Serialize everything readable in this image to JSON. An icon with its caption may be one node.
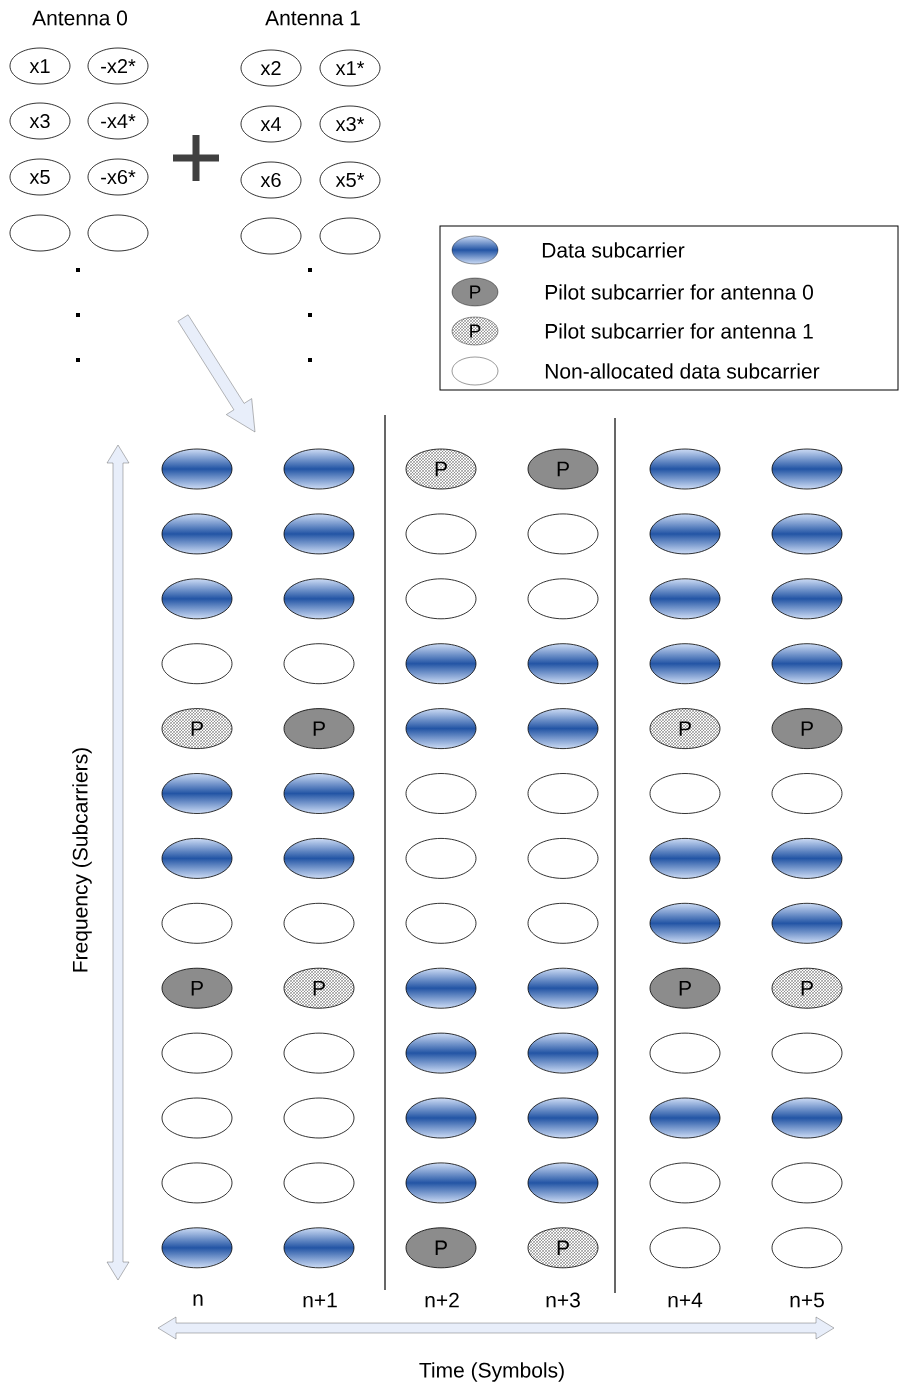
{
  "diagram": {
    "nodes": [
      {
        "text": [
          "x1"
        ]
      },
      {
        "text": [
          "-x2*"
        ]
      },
      {
        "text": [
          "x3"
        ]
      },
      {
        "text": [
          "-x4*"
        ]
      },
      {
        "text": [
          "x5"
        ]
      },
      {
        "text": [
          "-x6*"
        ]
      },
      {
        "text": [],
        "shape": "ellipse"
      },
      {
        "text": [],
        "shape": "ellipse"
      },
      {
        "text": [
          "x2"
        ]
      },
      {
        "text": [
          "x1*"
        ]
      },
      {
        "text": [
          "x4"
        ]
      },
      {
        "text": [
          "x3*"
        ]
      },
      {
        "text": [
          "x6"
        ]
      },
      {
        "text": [
          "x5*"
        ]
      },
      {
        "text": [],
        "shape": "ellipse"
      },
      {
        "text": [],
        "shape": "ellipse"
      },
      {
        "text": [],
        "shape": "shaded-ellipse"
      },
      {
        "text": [],
        "shape": "shaded-ellipse"
      },
      {
        "text": [
          "P"
        ]
      },
      {
        "text": [
          "P"
        ]
      },
      {
        "text": [],
        "shape": "shaded-ellipse"
      },
      {
        "text": [],
        "shape": "shaded-ellipse"
      },
      {
        "text": [],
        "shape": "shaded-ellipse"
      },
      {
        "text": [],
        "shape": "shaded-ellipse"
      },
      {
        "text": [],
        "shape": "ellipse"
      },
      {
        "text": [],
        "shape": "ellipse"
      },
      {
        "text": [],
        "shape": "shaded-ellipse"
      },
      {
        "text": [],
        "shape": "shaded-ellipse"
      },
      {
        "text": [],
        "shape": "shaded-ellipse"
      },
      {
        "text": [],
        "shape": "shaded-ellipse"
      },
      {
        "text": [],
        "shape": "ellipse"
      },
      {
        "text": [],
        "shape": "ellipse"
      },
      {
        "text": [],
        "shape": "shaded-ellipse"
      },
      {
        "text": [],
        "shape": "shaded-ellipse"
      },
      {
        "text": [],
        "shape": "ellipse"
      },
      {
        "text": [],
        "shape": "ellipse"
      },
      {
        "text": [],
        "shape": "shaded-ellipse"
      },
      {
        "text": [],
        "shape": "shaded-ellipse"
      },
      {
        "text": [],
        "shape": "shaded-ellipse"
      },
      {
        "text": [],
        "shape": "shaded-ellipse"
      },
      {
        "text": [
          "P"
        ]
      },
      {
        "text": [
          "P"
        ]
      },
      {
        "text": [],
        "shape": "shaded-ellipse"
      },
      {
        "text": [],
        "shape": "shaded-ellipse"
      },
      {
        "text": [
          "P"
        ]
      },
      {
        "text": [
          "P"
        ]
      },
      {
        "text": [],
        "shape": "shaded-ellipse"
      },
      {
        "text": [],
        "shape": "shaded-ellipse"
      },
      {
        "text": [],
        "shape": "ellipse"
      },
      {
        "text": [],
        "shape": "ellipse"
      },
      {
        "text": [],
        "shape": "ellipse"
      },
      {
        "text": [],
        "shape": "ellipse"
      },
      {
        "text": [],
        "shape": "shaded-ellipse"
      },
      {
        "text": [],
        "shape": "shaded-ellipse"
      },
      {
        "text": [],
        "shape": "ellipse"
      },
      {
        "text": [],
        "shape": "ellipse"
      },
      {
        "text": [],
        "shape": "shaded-ellipse"
      },
      {
        "text": [],
        "shape": "shaded-ellipse"
      },
      {
        "text": [],
        "shape": "ellipse"
      },
      {
        "text": [],
        "shape": "ellipse"
      },
      {
        "text": [],
        "shape": "ellipse"
      },
      {
        "text": [],
        "shape": "ellipse"
      },
      {
        "text": [],
        "shape": "shaded-ellipse"
      },
      {
        "text": [],
        "shape": "shaded-ellipse"
      },
      {
        "text": [
          "P"
        ]
      },
      {
        "text": [
          "P"
        ]
      },
      {
        "text": [],
        "shape": "shaded-ellipse"
      },
      {
        "text": [],
        "shape": "shaded-ellipse"
      },
      {
        "text": [
          "P"
        ]
      },
      {
        "text": [
          "P"
        ]
      },
      {
        "text": [],
        "shape": "ellipse"
      },
      {
        "text": [],
        "shape": "ellipse"
      },
      {
        "text": [],
        "shape": "shaded-ellipse"
      },
      {
        "text": [],
        "shape": "shaded-ellipse"
      },
      {
        "text": [],
        "shape": "ellipse"
      },
      {
        "text": [],
        "shape": "ellipse"
      },
      {
        "text": [],
        "shape": "ellipse"
      },
      {
        "text": [],
        "shape": "ellipse"
      },
      {
        "text": [],
        "shape": "shaded-ellipse"
      },
      {
        "text": [],
        "shape": "shaded-ellipse"
      },
      {
        "text": [],
        "shape": "shaded-ellipse"
      },
      {
        "text": [],
        "shape": "shaded-ellipse"
      },
      {
        "text": [],
        "shape": "ellipse"
      },
      {
        "text": [],
        "shape": "ellipse"
      },
      {
        "text": [],
        "shape": "shaded-ellipse"
      },
      {
        "text": [],
        "shape": "shaded-ellipse"
      },
      {
        "text": [],
        "shape": "ellipse"
      },
      {
        "text": [],
        "shape": "ellipse"
      },
      {
        "text": [],
        "shape": "shaded-ellipse"
      },
      {
        "text": [],
        "shape": "shaded-ellipse"
      },
      {
        "text": [
          "P"
        ]
      },
      {
        "text": [
          "P"
        ]
      },
      {
        "text": [],
        "shape": "ellipse"
      },
      {
        "text": [],
        "shape": "ellipse"
      }
    ],
    "labels": [
      "Antenna 0",
      "Antenna 1",
      "P",
      "P",
      "Frequency (Subcarriers)",
      "n",
      "n+1",
      "n+2",
      "n+3",
      "n+4",
      "n+5",
      "Time (Symbols)"
    ],
    "legend": [
      {
        "text": "Data subcarrier"
      },
      {
        "text": "Pilot subcarrier for antenna 0"
      },
      {
        "text": "Pilot subcarrier for antenna 1"
      },
      {
        "text": "Non-allocated data subcarrier"
      }
    ]
  }
}
